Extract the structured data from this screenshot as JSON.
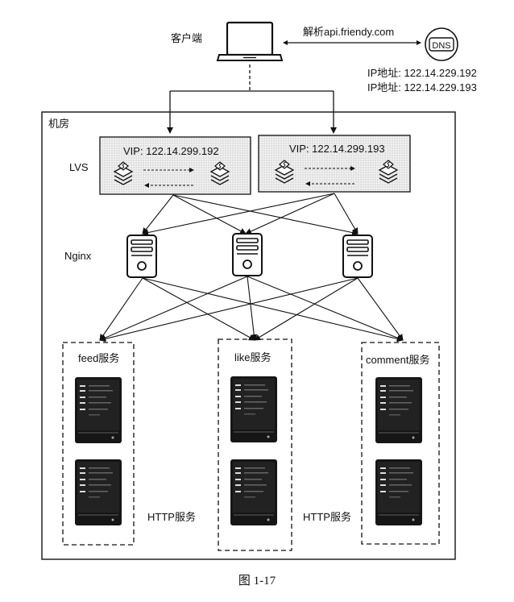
{
  "client_label": "客户端",
  "dns": {
    "icon_text": "DNS",
    "resolve_label": "解析api.friendy.com",
    "ip_line_1": "IP地址: 122.14.229.192",
    "ip_line_2": "IP地址: 122.14.229.193"
  },
  "datacenter_label": "机房",
  "lvs": {
    "layer_label": "LVS",
    "vip_1": "VIP: 122.14.299.192",
    "vip_2": "VIP: 122.14.299.193"
  },
  "nginx_label": "Nginx",
  "services": [
    {
      "name": "feed服务"
    },
    {
      "name": "like服务"
    },
    {
      "name": "comment服务"
    }
  ],
  "http_labels": [
    "HTTP服务",
    "HTTP服务"
  ],
  "caption": "图 1-17"
}
